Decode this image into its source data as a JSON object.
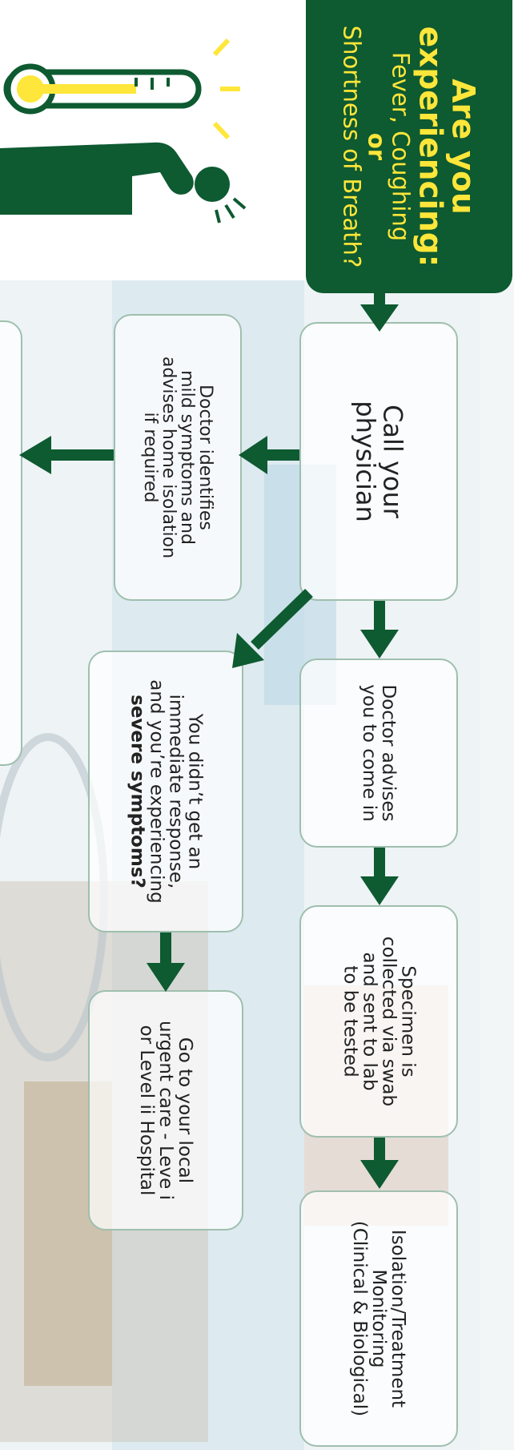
{
  "header": {
    "line1": "Are you",
    "line2": "experiencing:",
    "line3": "Fever, Coughing",
    "line4": "or",
    "line5": "Shortness of Breath?"
  },
  "nodes": {
    "call_physician": [
      "Call your",
      "physician"
    ],
    "doctor_advises": [
      "Doctor advises",
      "you to come in"
    ],
    "specimen": [
      "Specimen is",
      "collected via swab",
      "and sent to lab",
      "to be tested"
    ],
    "isolation": [
      "Isolation/Treatment",
      "Monitoring",
      "(Clinical & Biological)"
    ],
    "mild_symptoms": [
      "Doctor identifies",
      "mild symptoms and",
      "advises home isolation",
      "if required"
    ],
    "no_response": [
      "You didn’t get an",
      "immediate response,",
      "and you’re experiencing"
    ],
    "no_response_bold": "severe symptoms?",
    "urgent_care": [
      "Go to your local",
      "urgent care - Leve i",
      "or Level ii Hospital"
    ]
  },
  "colors": {
    "dark_green": "#0e5a31",
    "yellow": "#ffe63a",
    "box_border": "#9fbfae"
  },
  "icons": [
    "thermometer-icon",
    "coughing-person-icon"
  ]
}
